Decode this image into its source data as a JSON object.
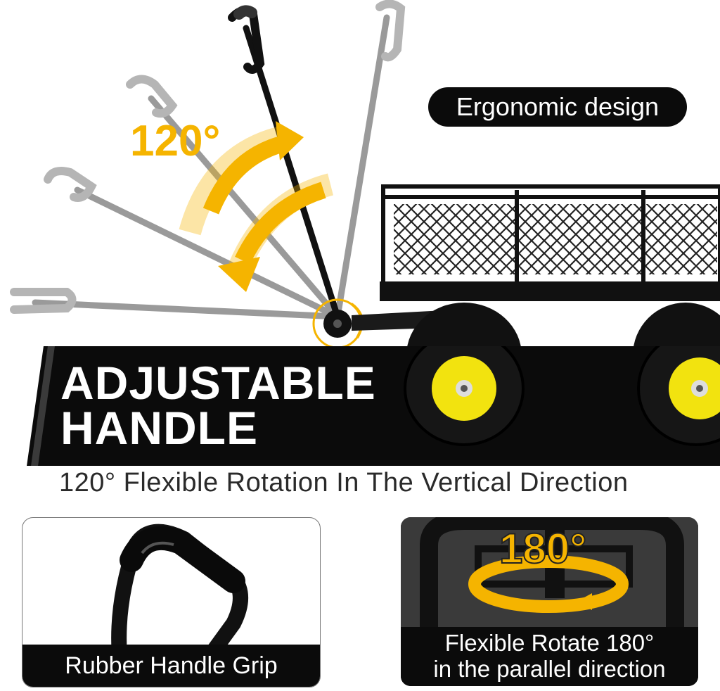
{
  "badge": {
    "label": "Ergonomic design"
  },
  "rotation_label": "120°",
  "headline": {
    "line1": "ADJUSTABLE",
    "line2": "HANDLE"
  },
  "subtitle": "120° Flexible Rotation In The Vertical Direction",
  "feature_left": {
    "caption": "Rubber Handle Grip"
  },
  "feature_right": {
    "angle": "180°",
    "caption_line1": "Flexible Rotate 180°",
    "caption_line2": "in the parallel direction"
  },
  "colors": {
    "accent": "#f5b400",
    "dark": "#0b0b0b",
    "ghost_handle": "#9a9a9a",
    "wheel_hub": "#f2e30f"
  }
}
